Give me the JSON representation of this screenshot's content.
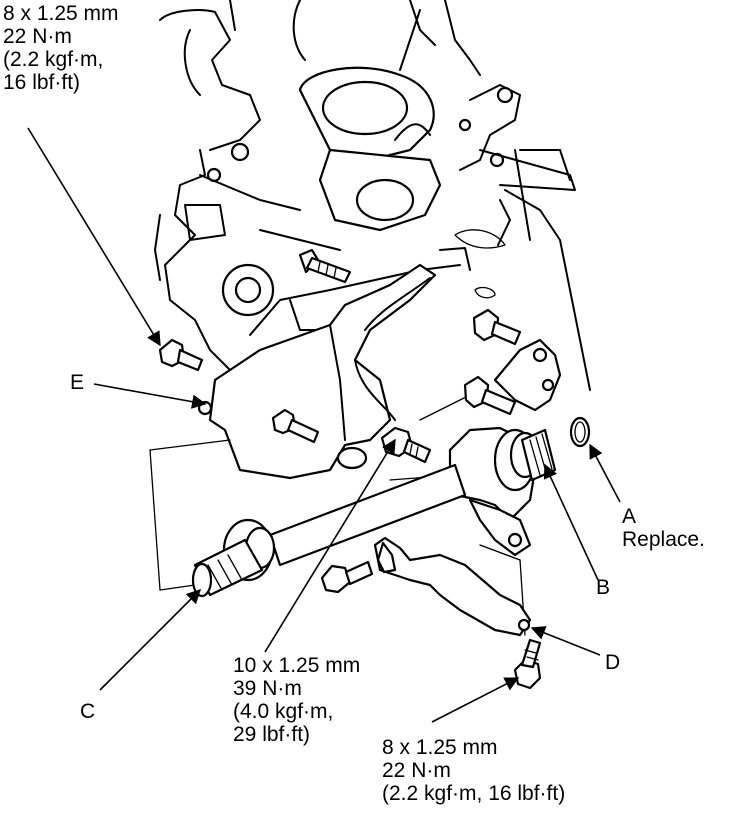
{
  "labels": {
    "spec_top_left": [
      "8 x 1.25 mm",
      "22 N·m",
      "(2.2 kgf·m,",
      "16 lbf·ft)"
    ],
    "spec_center": [
      "10 x 1.25 mm",
      "39 N·m",
      "(4.0 kgf·m,",
      "29 lbf·ft)"
    ],
    "spec_bottom_right": [
      "8 x 1.25 mm",
      "22 N·m",
      "(2.2 kgf·m, 16 lbf·ft)"
    ],
    "callout_a": [
      "A",
      "Replace."
    ],
    "callout_b": "B",
    "callout_c": "C",
    "callout_d": "D",
    "callout_e": "E"
  },
  "colors": {
    "line": "#000000",
    "background": "#ffffff"
  }
}
